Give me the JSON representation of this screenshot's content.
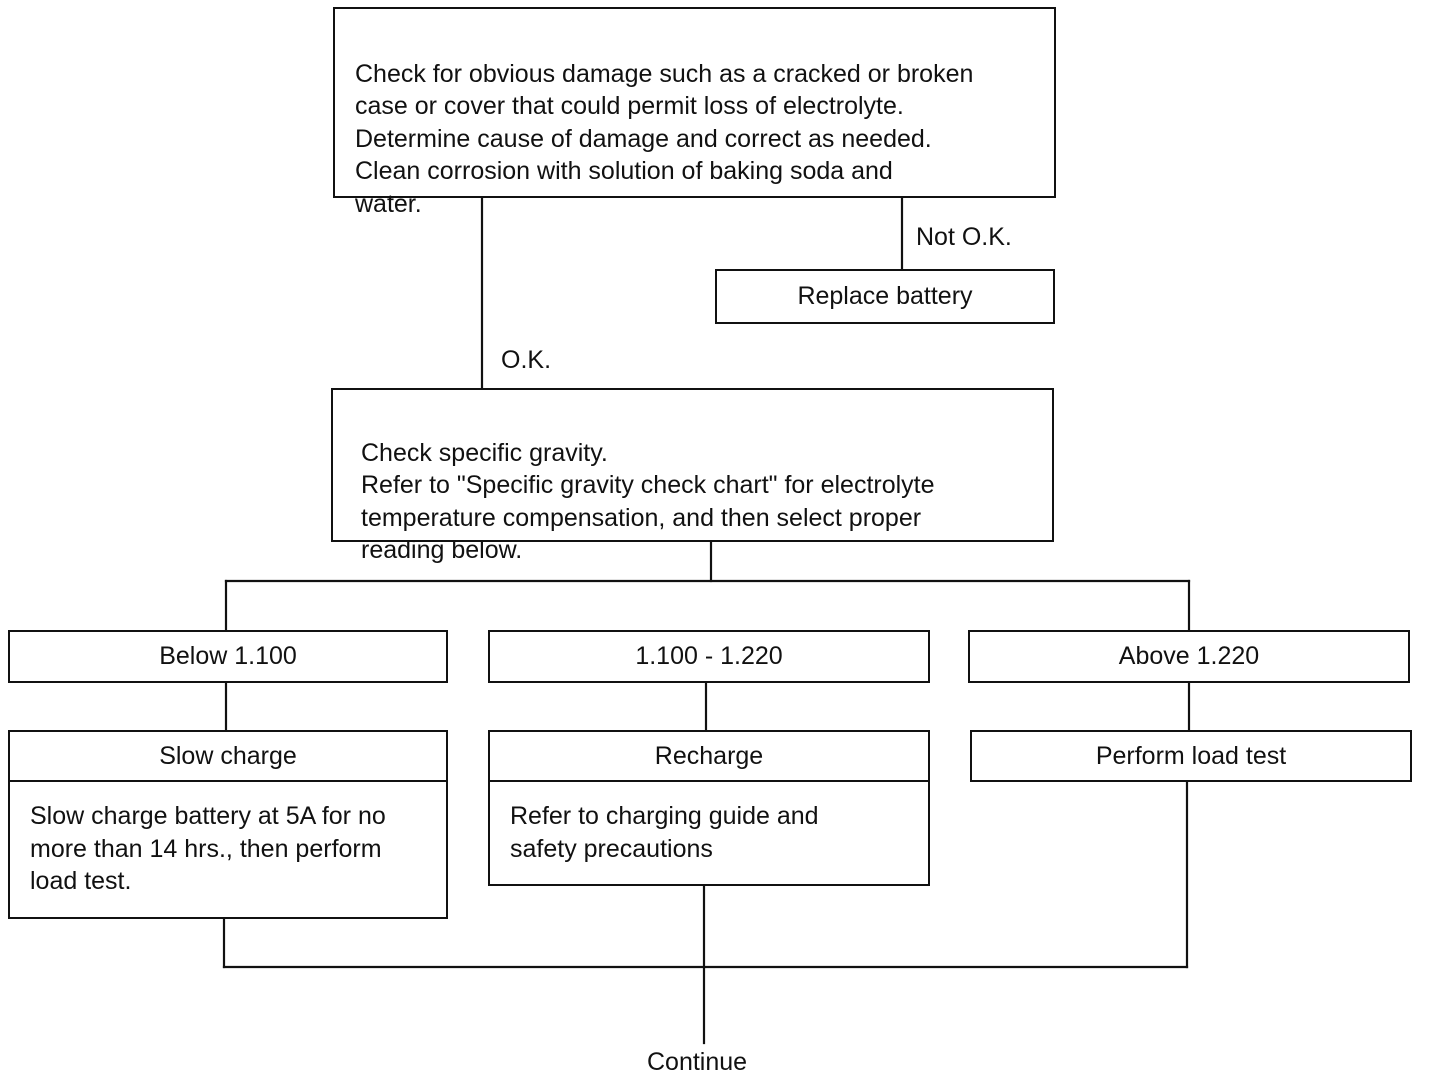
{
  "nodes": {
    "damage_check": "Check for obvious damage such as a cracked or broken\ncase or cover that could permit loss of electrolyte.\nDetermine cause of damage and correct as needed.\nClean corrosion with solution of baking soda and\nwater.",
    "replace_battery": "Replace battery",
    "gravity_check": "Check specific gravity.\nRefer to \"Specific gravity check chart\" for electrolyte\ntemperature compensation, and then select proper\nreading below.",
    "below": "Below 1.100",
    "between": "1.100 - 1.220",
    "above": "Above 1.220",
    "slow_charge": {
      "title": "Slow charge",
      "detail": "Slow charge battery at 5A for no\nmore than 14 hrs., then perform\nload test."
    },
    "recharge": {
      "title": "Recharge",
      "detail": "Refer to charging guide and\nsafety precautions"
    },
    "load_test": "Perform load test",
    "continue": "Continue"
  },
  "edges": {
    "not_ok": "Not O.K.",
    "ok": "O.K."
  }
}
